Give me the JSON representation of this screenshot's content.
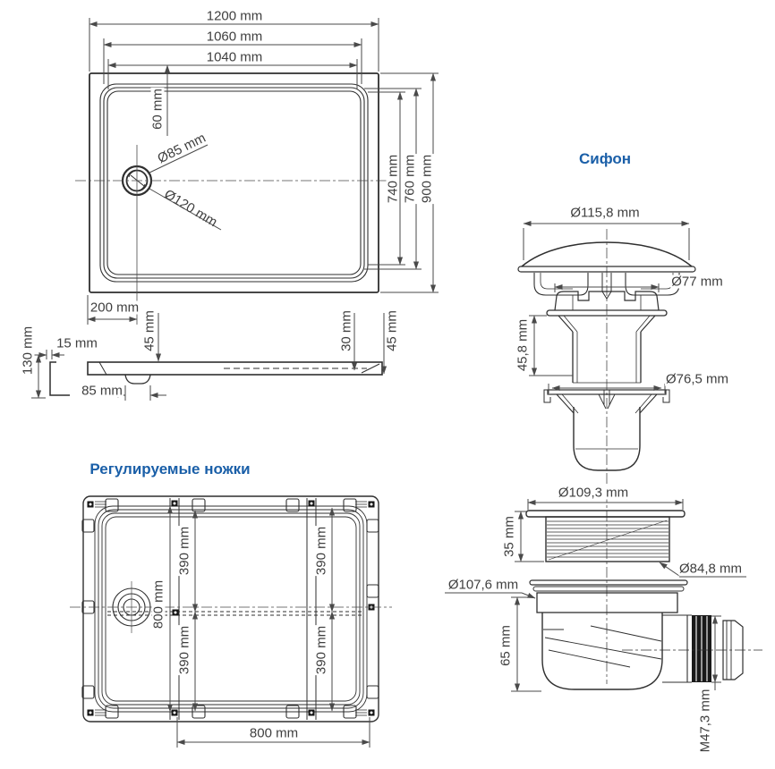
{
  "titles": {
    "siphon": "Сифон",
    "legs": "Регулируемые ножки"
  },
  "top_view": {
    "width_total": "1200 mm",
    "width_rim_outer": "1060 mm",
    "width_rim_inner": "1040 mm",
    "drain_edge_offset": "60 mm",
    "drain_diameter": "Ø85 mm",
    "drain_flange_diameter": "Ø120 mm",
    "depth_inner": "740 mm",
    "depth_rim": "760 mm",
    "depth_total": "900 mm",
    "drain_offset_left": "200 mm"
  },
  "side_view": {
    "total_height": "130 mm",
    "apron_thickness": "15 mm",
    "rim_height_left": "45 mm",
    "bottom_height": "30 mm",
    "rim_height_right": "45 mm",
    "drain_boss_width": "85 mm"
  },
  "legs_view": {
    "span_vertical": "800 mm",
    "seg_top_left": "390 mm",
    "seg_bottom_left": "390 mm",
    "seg_top_right": "390 mm",
    "seg_bottom_right": "390 mm",
    "span_horizontal": "800 mm"
  },
  "siphon": {
    "cap_diameter": "Ø115,8 mm",
    "strainer_diameter": "Ø77 mm",
    "strainer_height": "45,8 mm",
    "cup_diameter": "Ø76,5 mm",
    "collar_diameter": "Ø109,3 mm",
    "collar_height": "35 mm",
    "collar_thread_diameter": "Ø84,8 mm",
    "body_rim_diameter": "Ø107,6 mm",
    "body_height": "65 mm",
    "outlet_thread": "M47,3 mm"
  }
}
